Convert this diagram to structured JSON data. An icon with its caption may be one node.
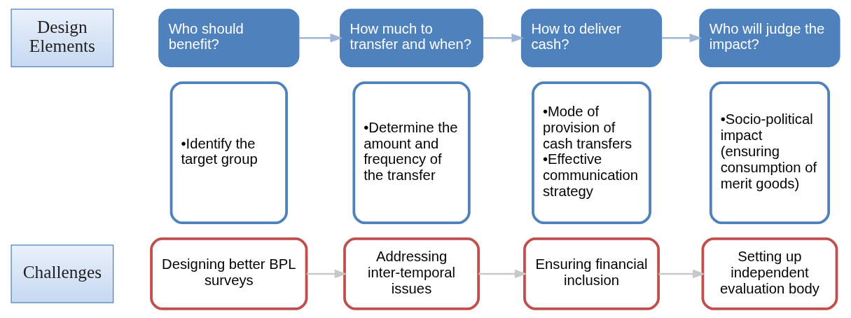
{
  "diagram": {
    "nodes": [
      {
        "text": [
          "Design Elements"
        ]
      },
      {
        "text": [
          "Who should benefit?"
        ]
      },
      {
        "text": [
          "•Identify the target group"
        ]
      },
      {
        "text": [
          "How much to transfer and when?"
        ]
      },
      {
        "text": [
          "•Determine the amount and frequency of the transfer"
        ]
      },
      {
        "text": [
          "How to deliver cash?"
        ]
      },
      {
        "text": [
          "•Mode of provision of cash transfers",
          "•Effective communication strategy"
        ]
      },
      {
        "text": [
          "Who will judge the impact?"
        ]
      },
      {
        "text": [
          "•Socio-political impact (ensuring consumption of merit goods)"
        ]
      },
      {
        "text": [
          "Challenges"
        ]
      },
      {
        "text": [
          "Designing better BPL surveys"
        ]
      },
      {
        "text": [
          "Addressing inter-temporal issues"
        ]
      },
      {
        "text": [
          "Ensuring financial inclusion"
        ]
      },
      {
        "text": [
          "Setting up independent evaluation body"
        ]
      }
    ],
    "edges": [
      {
        "from": 1,
        "to": 3,
        "arrow": "to",
        "color": "#9fb5d6"
      },
      {
        "from": 3,
        "to": 5,
        "arrow": "to",
        "color": "#9fb5d6"
      },
      {
        "from": 5,
        "to": 7,
        "arrow": "to",
        "color": "#9fb5d6"
      },
      {
        "from": 10,
        "to": 11,
        "arrow": "to",
        "color": "#c8c8c8"
      },
      {
        "from": 11,
        "to": 12,
        "arrow": "to",
        "color": "#c8c8c8"
      },
      {
        "from": 12,
        "to": 13,
        "arrow": "to",
        "color": "#c8c8c8"
      }
    ]
  }
}
